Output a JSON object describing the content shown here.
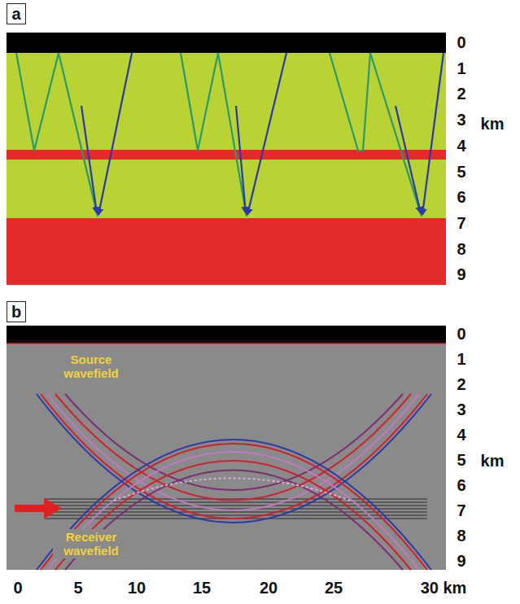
{
  "diagram": {
    "nodes": [
      {
        "text": [
          "a"
        ]
      },
      {
        "text": [
          "b"
        ]
      }
    ],
    "labels": [
      "0",
      "1",
      "2",
      "3",
      "4",
      "5",
      "6",
      "7",
      "8",
      "9",
      "km",
      "0",
      "1",
      "2",
      "3",
      "4",
      "5",
      "6",
      "7",
      "8",
      "9",
      "km",
      "Source wavefield",
      "Receiver wavefield",
      "0",
      "5",
      "10",
      "15",
      "20",
      "25",
      "30 km"
    ]
  }
}
